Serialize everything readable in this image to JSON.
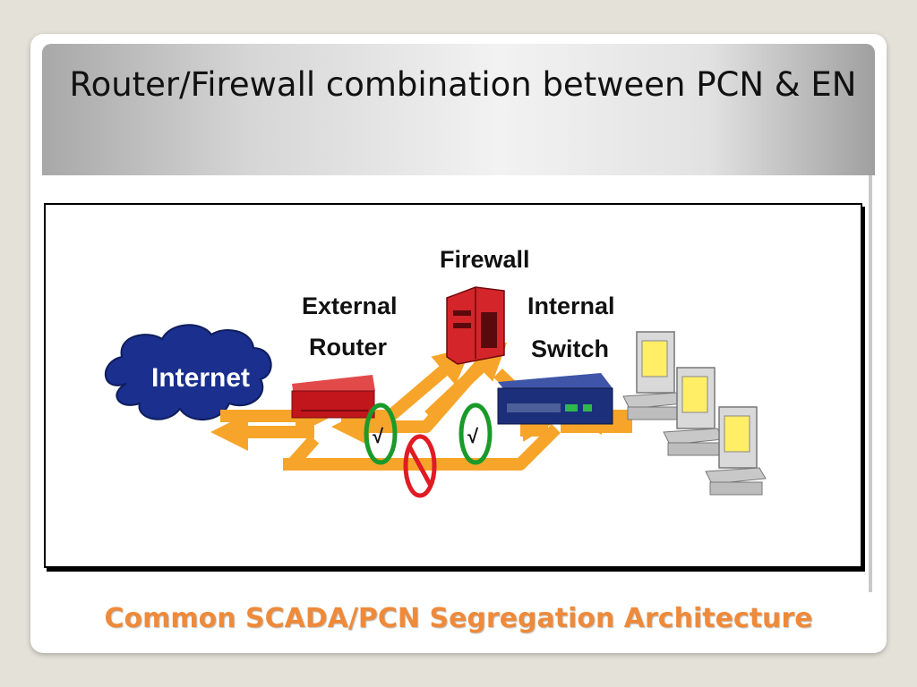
{
  "slide": {
    "title": "Router/Firewall combination between PCN & EN",
    "caption": "Common SCADA/PCN Segregation Architecture"
  },
  "diagram": {
    "labels": {
      "internet": "Internet",
      "router_line1": "External",
      "router_line2": "Router",
      "firewall": "Firewall",
      "switch_line1": "Internal",
      "switch_line2": "Switch"
    },
    "marks": {
      "check": "√"
    },
    "colors": {
      "cloud": "#1a2f8e",
      "router": "#c0161c",
      "firewall": "#c0161c",
      "switch": "#1c2f7a",
      "arrow": "#f6a52a",
      "allowed": "#1a9a2a",
      "blocked": "#e01b24",
      "monitor_screen": "#ffee66",
      "caption": "#ee8a3a"
    }
  }
}
